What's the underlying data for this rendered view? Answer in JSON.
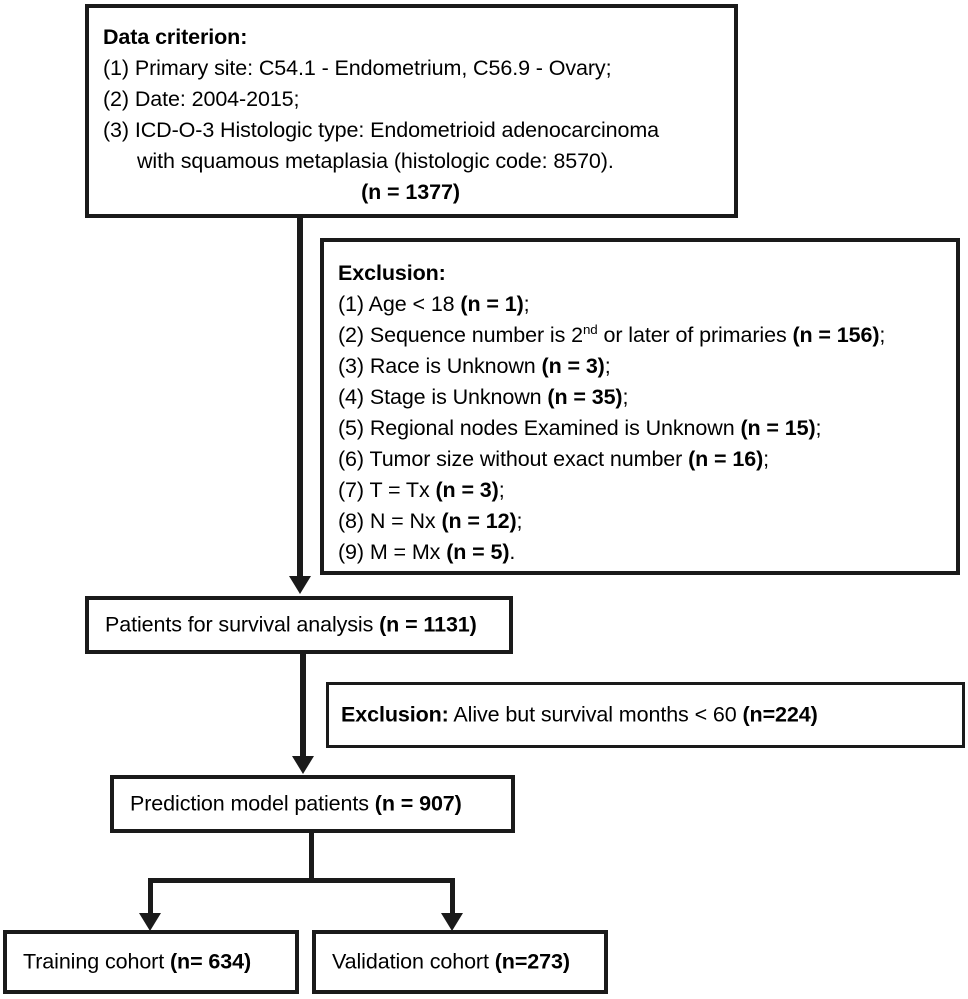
{
  "diagram": {
    "title": "Patient selection flowchart",
    "type": "flowchart",
    "line_color": "#1a1a1a",
    "background_color": "#ffffff"
  },
  "data_criterion": {
    "heading": "Data criterion:",
    "item1": "(1) Primary site: C54.1 - Endometrium, C56.9 - Ovary;",
    "item2": "(2) Date: 2004-2015;",
    "item3_line1": "(3) ICD-O-3 Histologic type: Endometrioid  adenocarcinoma",
    "item3_line2": "with squamous metaplasia (histologic code: 8570).",
    "total": "(n = 1377)"
  },
  "exclusion_one": {
    "heading": "Exclusion:",
    "item1_text": "(1) Age < 18 ",
    "item1_count": "(n = 1)",
    "item1_tail": ";",
    "item2_prefix": "(2) Sequence number is 2",
    "item2_sup": "nd",
    "item2_mid": " or later of primaries ",
    "item2_count": "(n = 156)",
    "item2_tail": ";",
    "item3_text": "(3) Race is Unknown ",
    "item3_count": "(n = 3)",
    "item3_tail": ";",
    "item4_text": "(4) Stage is Unknown ",
    "item4_count": "(n = 35)",
    "item4_tail": ";",
    "item5_text": "(5) Regional nodes Examined is Unknown ",
    "item5_count": "(n = 15)",
    "item5_tail": ";",
    "item6_text": "(6) Tumor size without exact number ",
    "item6_count": "(n = 16)",
    "item6_tail": ";",
    "item7_text": "(7) T = Tx ",
    "item7_count": "(n = 3)",
    "item7_tail": ";",
    "item8_text": "(8) N = Nx ",
    "item8_count": "(n = 12)",
    "item8_tail": ";",
    "item9_text": "(9) M = Mx ",
    "item9_count": "(n = 5)",
    "item9_tail": "."
  },
  "survival_box": {
    "text": "Patients for survival analysis ",
    "count": "(n = 1131)"
  },
  "exclusion_two": {
    "heading": "Exclusion:",
    "text": " Alive but survival months < 60 ",
    "count": "(n=224)"
  },
  "prediction_box": {
    "text": "Prediction model patients ",
    "count": "(n = 907)"
  },
  "training_box": {
    "text": "Training cohort ",
    "count": "(n= 634)"
  },
  "validation_box": {
    "text": "Validation cohort ",
    "count": "(n=273)"
  }
}
